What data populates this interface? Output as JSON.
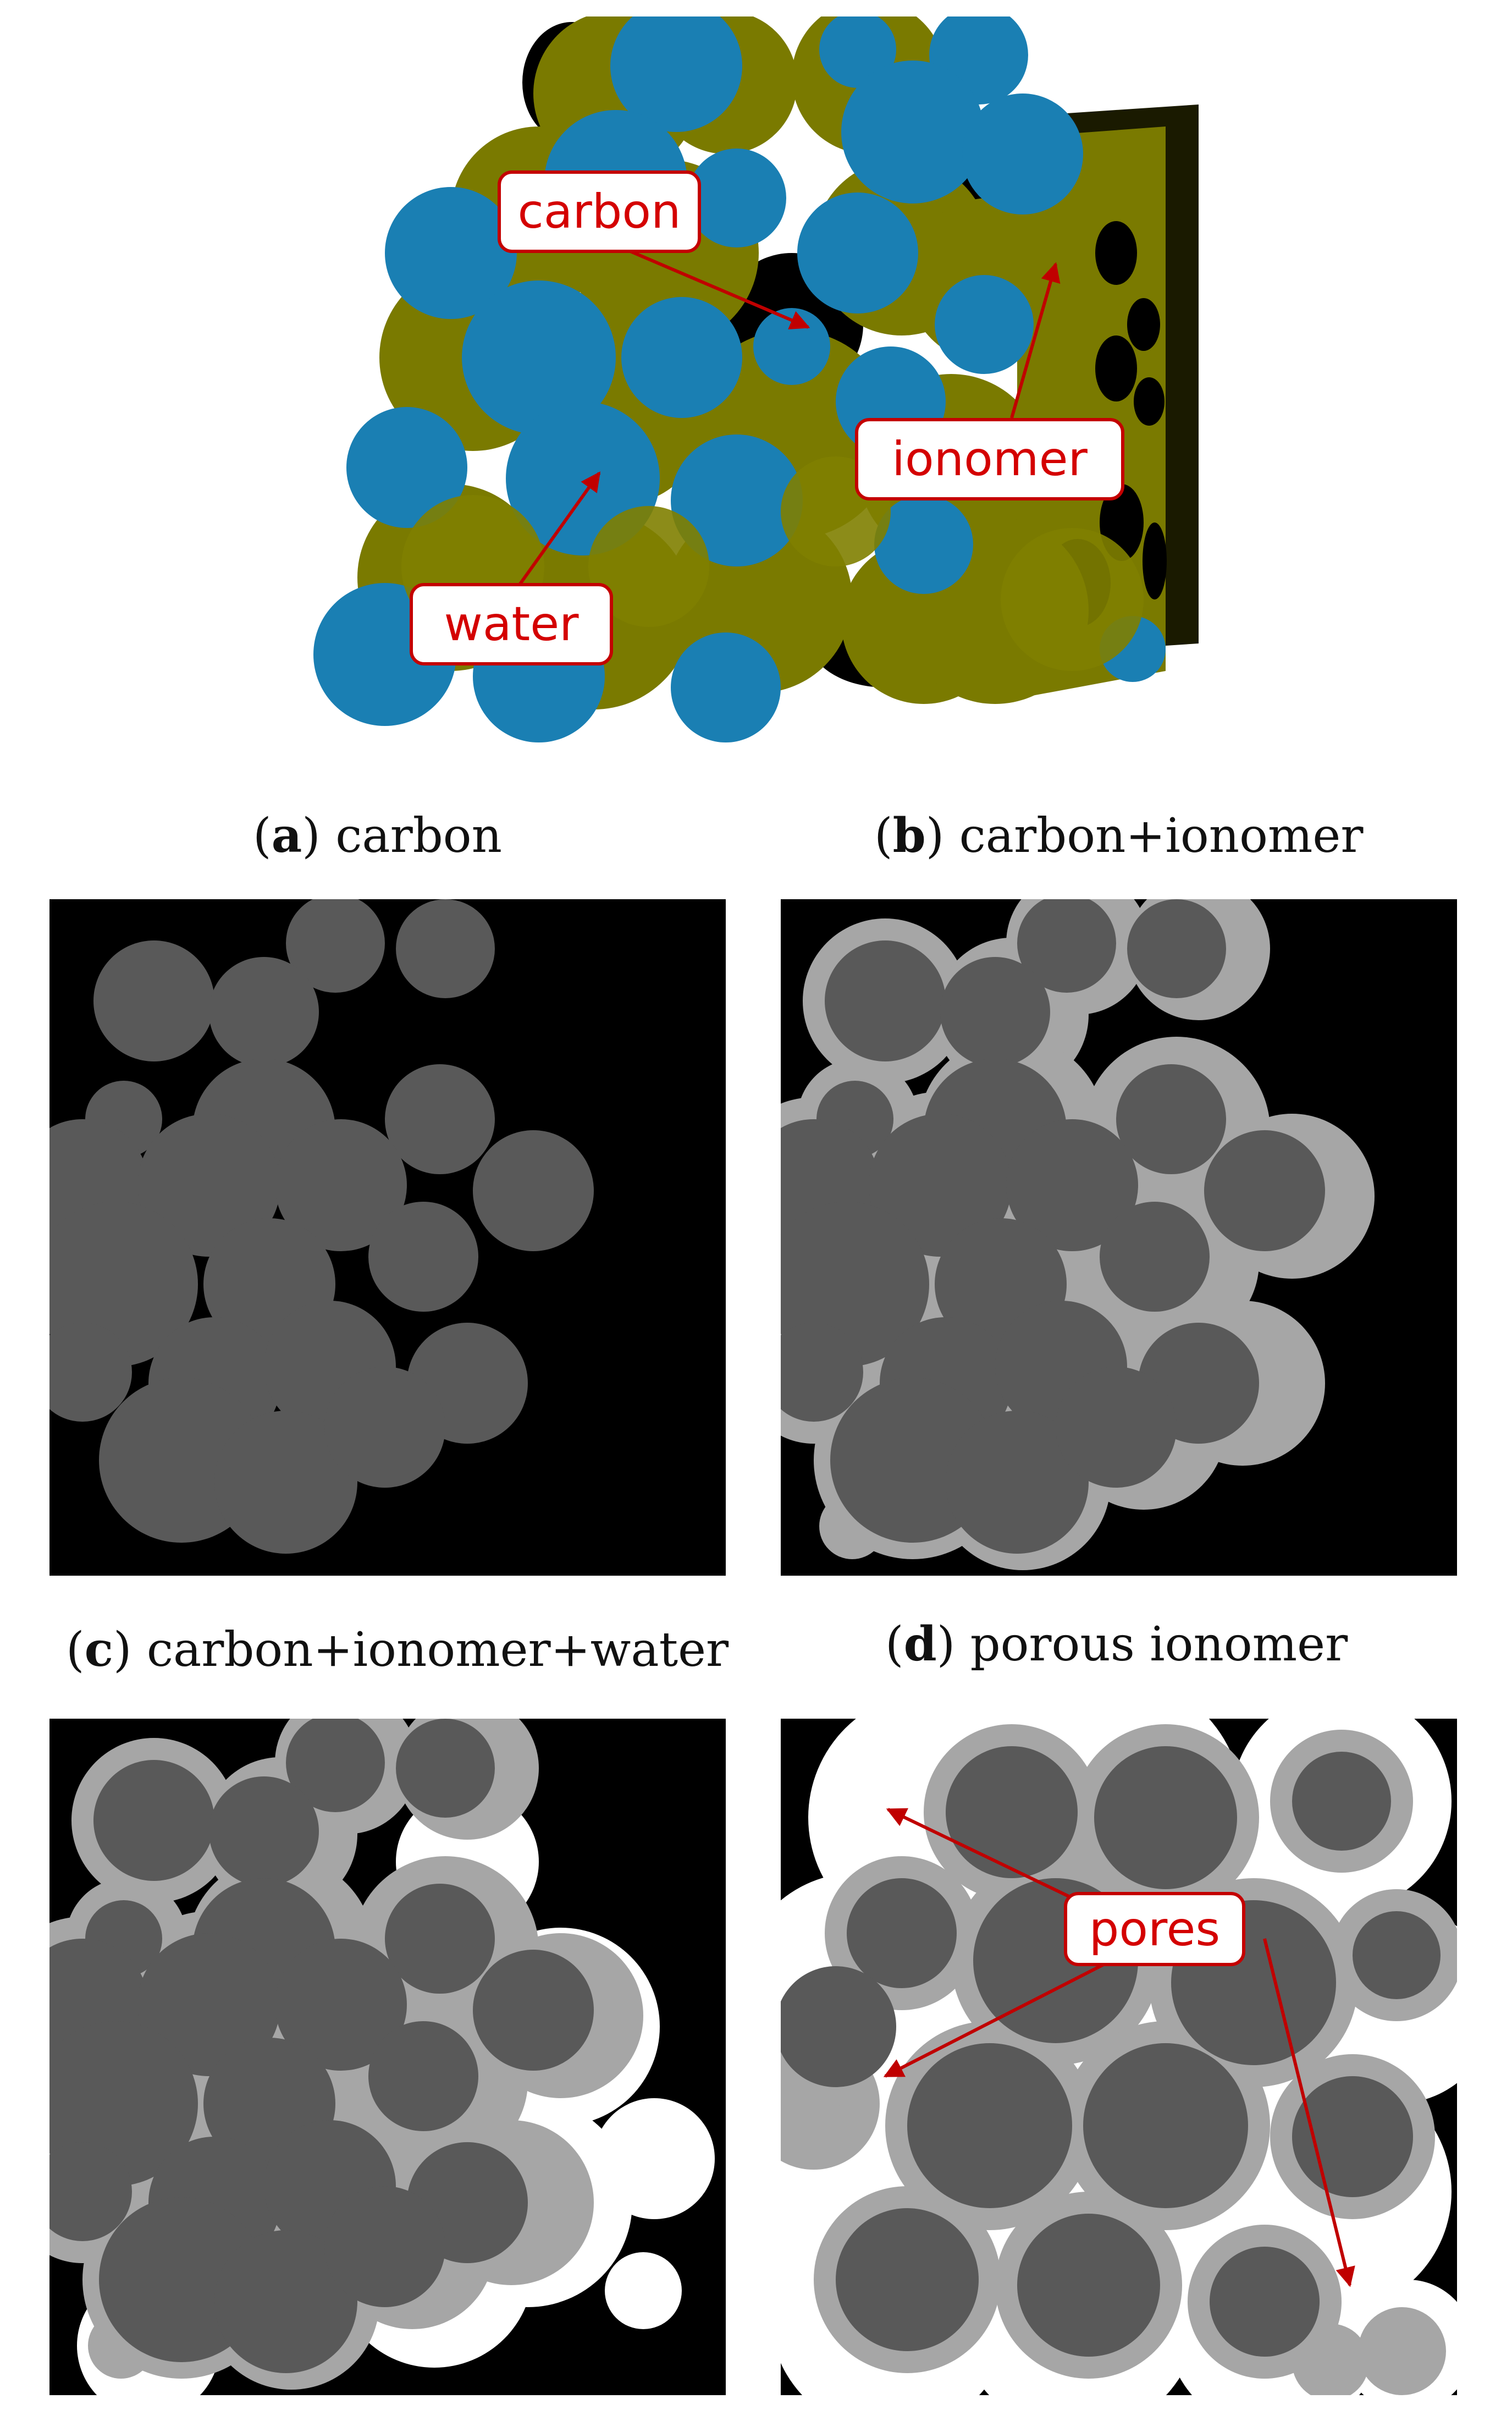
{
  "figure": {
    "top_labels": {
      "carbon": "carbon",
      "ionomer": "ionomer",
      "water": "water"
    },
    "panels": [
      {
        "letter": "a",
        "caption": " carbon"
      },
      {
        "letter": "b",
        "caption": " carbon+ionomer"
      },
      {
        "letter": "c",
        "caption": " carbon+ionomer+water"
      },
      {
        "letter": "d",
        "caption": " porous ionomer"
      }
    ],
    "pores_label": "pores"
  },
  "colors": {
    "carbon_3d": "#000000",
    "ionomer_3d": "#7a7a00",
    "water_3d": "#1a7fb3",
    "carbon_slice": "#595959",
    "ionomer_slice": "#a6a6a6",
    "water_slice": "#ffffff",
    "void_slice": "#000000",
    "annotation": "#c00000"
  }
}
